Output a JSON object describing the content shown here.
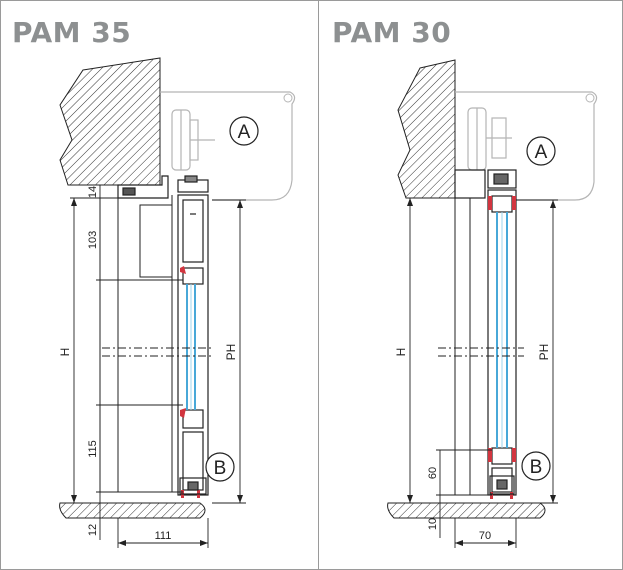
{
  "panels": [
    {
      "title": "PAM 35",
      "labels": {
        "a": "A",
        "b": "B",
        "h": "H",
        "ph": "PH"
      },
      "dims": {
        "top": "14",
        "upper": "103",
        "lower": "115",
        "bottom": "12",
        "width": "111"
      }
    },
    {
      "title": "PAM 30",
      "labels": {
        "a": "A",
        "b": "B",
        "h": "H",
        "ph": "PH"
      },
      "dims": {
        "lower": "60",
        "bottom": "10",
        "width": "70"
      }
    }
  ],
  "colors": {
    "glass": "#48a8d8",
    "seal": "#d2353f",
    "line": "#222222",
    "ghost": "#b5b5b5",
    "title": "#8d9091"
  }
}
